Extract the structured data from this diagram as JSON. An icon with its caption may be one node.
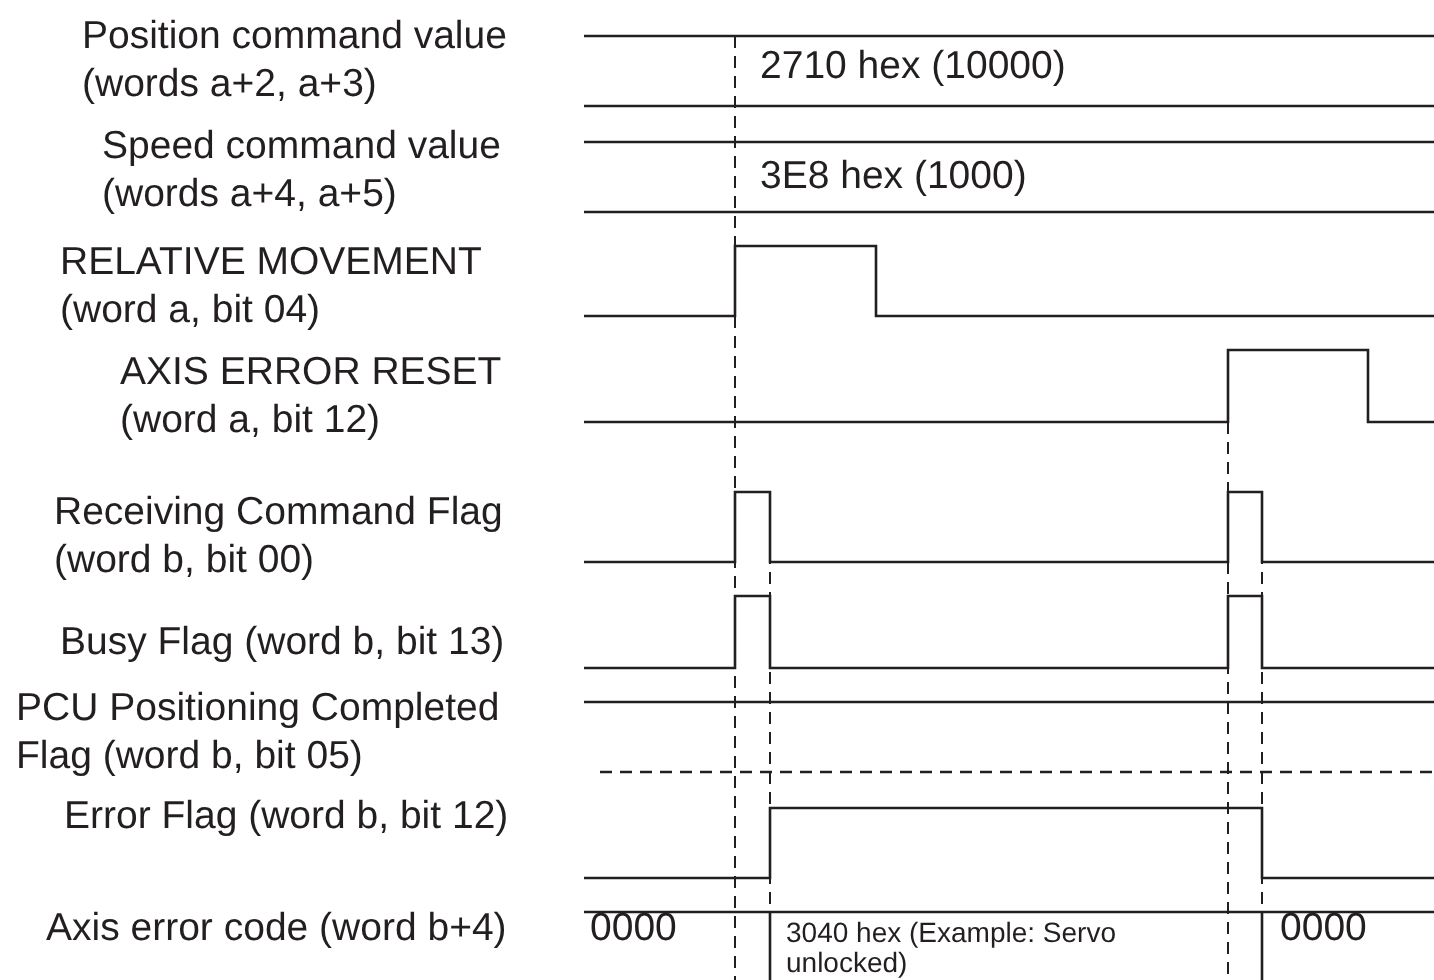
{
  "diagram": {
    "labels": [
      "Position command value (words a+2, a+3)",
      "2710 hex (10000)",
      "Speed command value (words a+4, a+5)",
      "3E8 hex (1000)",
      "RELATIVE MOVEMENT (word a, bit 04)",
      "AXIS ERROR RESET (word a, bit 12)",
      "Receiving Command Flag (word b, bit 00)",
      "Busy Flag (word b, bit 13)",
      "PCU Positioning Completed Flag (word b, bit 05)",
      "Error Flag (word b, bit 12)",
      "Axis error code (word b+4)",
      "0000",
      "3040 hex (Example: Servo unlocked)",
      "0000"
    ]
  }
}
